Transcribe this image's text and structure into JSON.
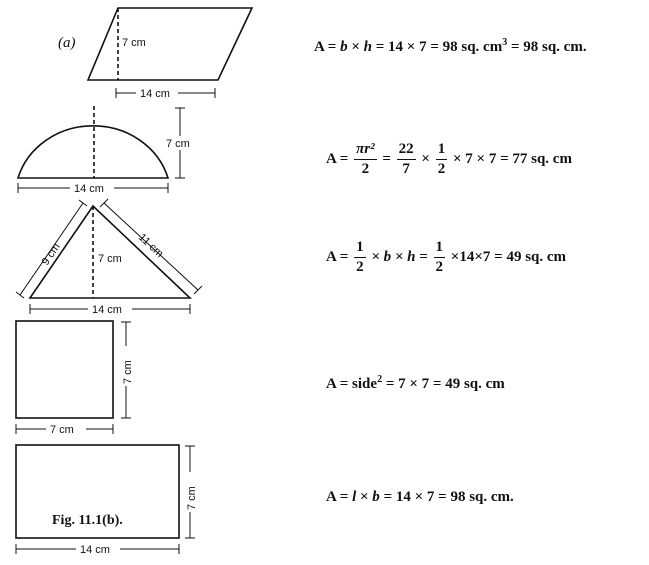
{
  "figure": {
    "part_label": "(a)",
    "caption": "Fig. 11.1(b).",
    "parallelogram": {
      "height_label": "7 cm",
      "base_label": "14 cm"
    },
    "semicircle": {
      "height_label": "7 cm",
      "base_label": "14 cm"
    },
    "triangle": {
      "left_side_label": "9 cm",
      "right_side_label": "11 cm",
      "height_label": "7 cm",
      "base_label": "14 cm"
    },
    "square": {
      "side_label": "7 cm",
      "base_label": "7 cm"
    },
    "rectangle": {
      "height_label": "7 cm",
      "base_label": "14 cm"
    }
  },
  "equations": {
    "parallelogram": {
      "prefix": "A =",
      "b": "b",
      "times": "×",
      "h": "h",
      "rest": "= 14 × 7 = 98 sq. cm",
      "sup": "3",
      "tail": "= 98 sq. cm."
    },
    "semicircle": {
      "prefix": "A =",
      "num": "πr²",
      "den": "2",
      "eq": "=",
      "num2": "22",
      "den2": "7",
      "x": "×",
      "num3": "1",
      "den3": "2",
      "tail": "× 7 × 7 = 77 sq. cm"
    },
    "triangle": {
      "prefix": "A =",
      "num": "1",
      "den": "2",
      "mid": "× b × h =",
      "num2": "1",
      "den2": "2",
      "tail": "×14×7 = 49 sq. cm"
    },
    "square": {
      "prefix": "A = side",
      "sup": "2",
      "tail": "= 7 × 7 = 49 sq. cm"
    },
    "rectangle": {
      "prefix": "A =",
      "l": "l",
      "x": "×",
      "b": "b",
      "tail": "= 14 × 7 = 98 sq. cm."
    }
  }
}
